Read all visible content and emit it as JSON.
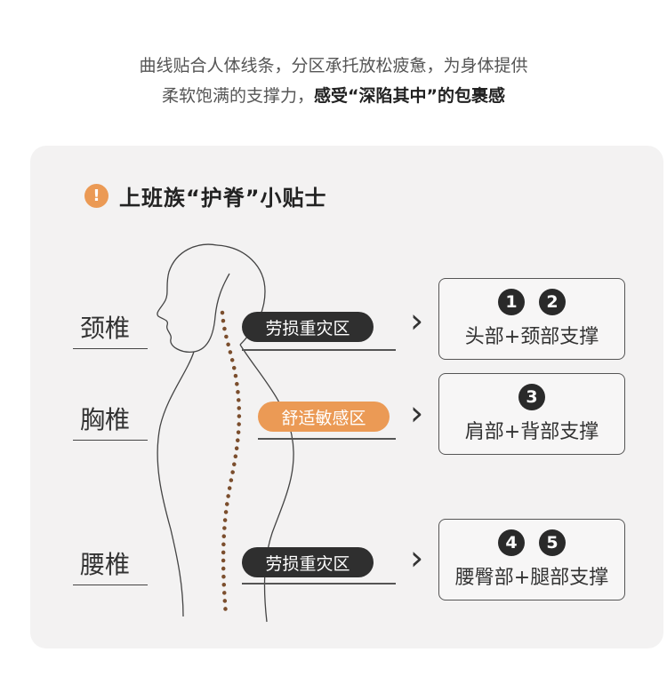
{
  "intro": {
    "line1": "曲线贴合人体线条，分区承托放松疲惫，为身体提供",
    "line2_normal": "柔软饱满的支撑力，",
    "line2_bold": "感受“深陷其中”的包裹感"
  },
  "tip": {
    "icon": "!",
    "title": "上班族“护脊”小贴士"
  },
  "zones": [
    {
      "part": "颈椎",
      "zone": "劳损重灾区",
      "numbers": [
        "1",
        "2"
      ],
      "support": "头部+颈部支撑"
    },
    {
      "part": "胸椎",
      "zone": "舒适敏感区",
      "numbers": [
        "3"
      ],
      "support": "肩部+背部支撑"
    },
    {
      "part": "腰椎",
      "zone": "劳损重灾区",
      "numbers": [
        "4",
        "5"
      ],
      "support": "腰臀部+腿部支撑"
    }
  ],
  "colors": {
    "accent": "#eb9a55",
    "dark": "#2f2f2f",
    "panel": "#f3f2f2",
    "spine_dots": "#7b4e2d"
  },
  "icons": {
    "tip": "exclamation-circle-icon",
    "arrow": "chevron-right-icon"
  }
}
